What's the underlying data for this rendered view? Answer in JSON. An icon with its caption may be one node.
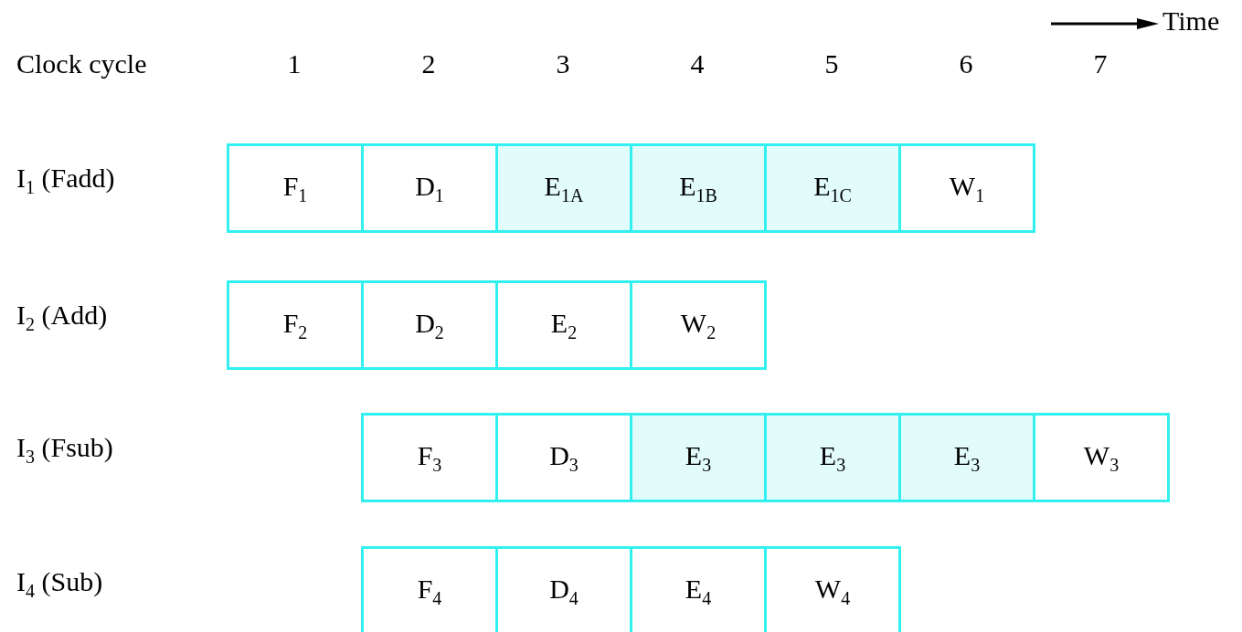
{
  "diagram": {
    "nodes": [
      {
        "text": [
          "F$_{1}$"
        ]
      },
      {
        "text": [
          "D$_{1}$"
        ]
      },
      {
        "text": [
          "E$_{1A}$"
        ]
      },
      {
        "text": [
          "E$_{1B}$"
        ]
      },
      {
        "text": [
          "E$_{1C}$"
        ]
      },
      {
        "text": [
          "W$_{1}$"
        ]
      },
      {
        "text": [
          "F$_{2}$"
        ]
      },
      {
        "text": [
          "D$_{2}$"
        ]
      },
      {
        "text": [
          "E$_{2}$"
        ]
      },
      {
        "text": [
          "W$_{2}$"
        ]
      },
      {
        "text": [
          "F$_{3}$"
        ]
      },
      {
        "text": [
          "D$_{3}$"
        ]
      },
      {
        "text": [
          "E$_{3}$"
        ]
      },
      {
        "text": [
          "E$_{3}$"
        ]
      },
      {
        "text": [
          "E$_{3}$"
        ]
      },
      {
        "text": [
          "W$_{3}$"
        ]
      },
      {
        "text": [
          "F$_{4}$"
        ]
      },
      {
        "text": [
          "D$_{4}$"
        ]
      },
      {
        "text": [
          "E$_{4}$"
        ]
      },
      {
        "text": [
          "W$_{4}$"
        ]
      }
    ],
    "edges": [],
    "labels": [
      "Time",
      "Clock cycle",
      "1",
      "2",
      "3",
      "4",
      "5",
      "6",
      "7",
      "I$_{1}$ (Fadd)",
      "I$_{2}$ (Add)",
      "I$_{3}$ (Fsub)",
      "I$_{4}$ (Sub)"
    ]
  }
}
